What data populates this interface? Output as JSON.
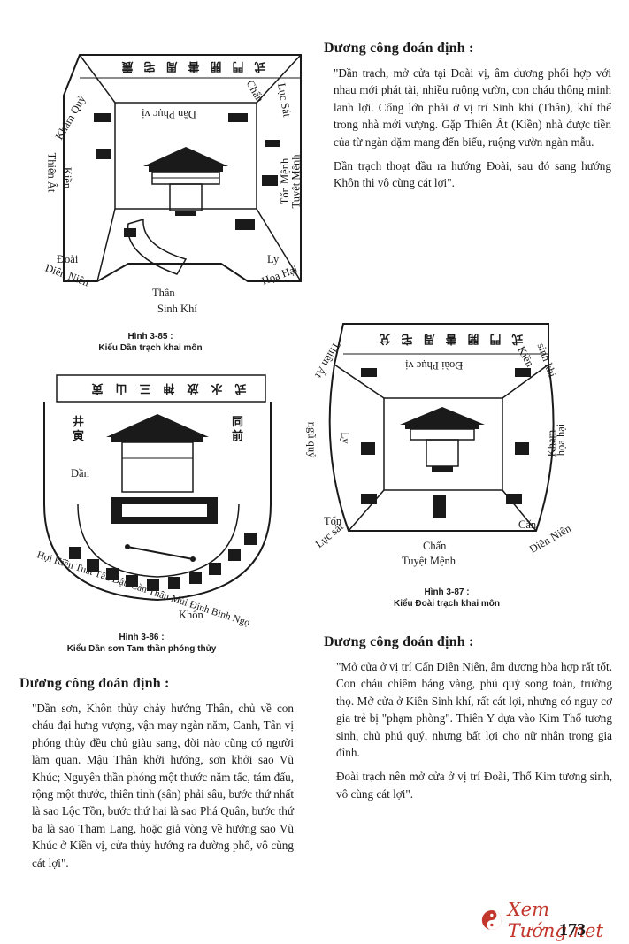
{
  "fig85": {
    "header": "式門開書周宅震",
    "inner_text": "Dần Phục vị",
    "labels": {
      "khamquy": "Khảm Quỷ",
      "chan": "Chấn",
      "lucsat": "Lục Sát",
      "thienat": "Thiên Ất",
      "kien": "Kiền",
      "tonmenh": "Tốn Mệnh",
      "tuyetmenh": "Tuyệt Mệnh",
      "doai": "Đoài",
      "diennien": "Diên Niên",
      "ly": "Ly",
      "hoahai": "Họa Hại",
      "than": "Thân",
      "sinhkhi": "Sinh Khí"
    },
    "caption_num": "Hình 3-85 :",
    "caption_title": "Kiểu Dần trạch khai môn"
  },
  "fig86": {
    "header": "式水放神三山寅",
    "left_cjk": "井寅",
    "right_cjk": "同前",
    "dan": "Dần",
    "arc_labels": [
      "Hợi",
      "Kiền",
      "Tuất",
      "Tân",
      "Dậu",
      "Cànthân",
      "Mùi",
      "Đinh",
      "Bính",
      "Ngọ"
    ],
    "arc_row1": "Hợi Kiền Tuất Tân Dậu Càn Thân Mùi Đinh Bính Ngọ",
    "khon": "Khôn",
    "caption_num": "Hình 3-86 :",
    "caption_title": "Kiểu Dần sơn Tam thần phóng thủy"
  },
  "fig87": {
    "header": "式門開書周宅兌",
    "inner_text": "Đoài Phục vị",
    "labels": {
      "thienat": "Thiên Ất",
      "kien": "Kiền",
      "sinhkhi": "sinh khí",
      "ly": "Ly",
      "nguquy": "ngũ quỷ",
      "kham": "Kham",
      "hoahai": "họa hại",
      "ton": "Tốn",
      "lucsat": "Lục sát",
      "can": "Cấn",
      "diennien": "Diên Niên",
      "chan": "Chấn",
      "tuyetmenh": "Tuyệt Mệnh"
    },
    "caption_num": "Hình 3-87 :",
    "caption_title": "Kiểu Đoài trạch khai môn"
  },
  "section1": {
    "heading": "Dương công đoán định :",
    "paragraphs": [
      "\"Dần trạch, mở cửa tại Đoài vị, âm dương phối hợp với nhau mới phát tài, nhiều ruộng vườn, con cháu thông minh lanh lợi. Cổng lớn phải ở vị trí Sinh khí (Thân), khí thế trong nhà mới vượng. Gặp Thiên Ất (Kiền) nhà được tiền của từ ngàn dặm mang đến biếu, ruộng vườn ngàn mẫu.",
      "Dần trạch thoạt đầu ra hướng Đoài, sau đó sang hướng Khôn thì vô cùng cát lợi\"."
    ]
  },
  "section2": {
    "heading": "Dương công đoán định :",
    "paragraphs": [
      "\"Dần sơn, Khôn thủy chảy hướng Thân, chủ về con cháu đại hưng vượng, vận may ngàn năm, Canh, Tân vị phóng thủy đều chủ giàu sang, đời nào cũng có người làm quan. Mậu Thân khởi hướng, sơn khởi sao Vũ Khúc; Nguyên thần phóng một thước năm tấc, tám đấu, rộng một thước, thiên tỉnh (sân) phải sâu, bước thứ nhất là sao Lộc Tồn, bước thứ hai là sao Phá Quân, bước thứ ba là sao Tham Lang, hoặc giả vòng về hướng sao Vũ Khúc ở Kiền vị, cửa thủy hướng ra đường phố, vô cùng cát lợi\"."
    ]
  },
  "section3": {
    "heading": "Dương công đoán định :",
    "paragraphs": [
      "\"Mở cửa ở vị trí Cấn Diên Niên, âm dương hòa hợp rất tốt. Con cháu chiếm bảng vàng, phú quý song toàn, trường thọ. Mở cửa ở Kiền Sinh khí, rất cát lợi, nhưng có nguy cơ gia trẻ bị \"phạm phòng\". Thiên Y dựa vào Kim Thổ tương sinh, chủ phú quý, nhưng bất lợi cho nữ nhân trong gia đình.",
      "Đoài trạch nên mở cửa ở vị trí Đoài, Thổ Kim tương sinh, vô cùng cát lợi\"."
    ]
  },
  "footer": {
    "page_number": "173",
    "logo_text": "Xem Tướng.net",
    "logo_icon": "yin-yang-icon"
  },
  "colors": {
    "logo_red": "#c2362c",
    "ink": "#1a1a1a"
  }
}
